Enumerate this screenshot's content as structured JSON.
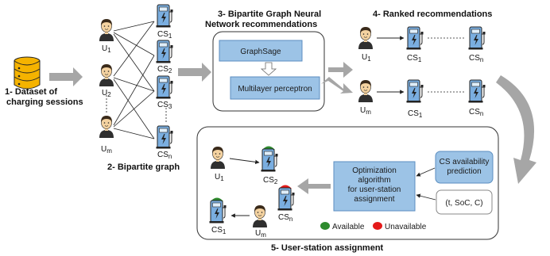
{
  "steps": {
    "step1": [
      "1- Dataset of",
      "charging sessions"
    ],
    "step2": "2- Bipartite graph",
    "step3": [
      "3- Bipartite Graph Neural",
      "Network recommendations"
    ],
    "step4": "4- Ranked recommendations",
    "step5": "5- User-station assignment"
  },
  "users": {
    "u1": {
      "base": "U",
      "sub": "1"
    },
    "u2": {
      "base": "U",
      "sub": "2"
    },
    "um": {
      "base": "U",
      "sub": "m"
    }
  },
  "stations": {
    "cs1": {
      "base": "CS",
      "sub": "1"
    },
    "cs2": {
      "base": "CS",
      "sub": "2"
    },
    "cs3": {
      "base": "CS",
      "sub": "3"
    },
    "csn": {
      "base": "CS",
      "sub": "n"
    }
  },
  "gnn": {
    "graphsage": "GraphSage",
    "mlp": "Multilayer perceptron"
  },
  "assignment": {
    "optimization": [
      "Optimization",
      "algorithm",
      "for user-station",
      "assignment"
    ],
    "availability": [
      "CS availability",
      "prediction"
    ],
    "context": "(t, SoC, C)",
    "legend_available": "Available",
    "legend_unavailable": "Unavailable"
  },
  "colors": {
    "station_fill": "#7aaee0",
    "box_fill": "#9cc3e6",
    "box_stroke": "#5b8ec0",
    "arrow_gray": "#a6a6a6",
    "available": "#2e8b2e",
    "unavailable": "#e41a1a",
    "db_fill": "#f5b300",
    "person_hair": "#3a2a1a",
    "person_face": "#f4d2a0"
  }
}
